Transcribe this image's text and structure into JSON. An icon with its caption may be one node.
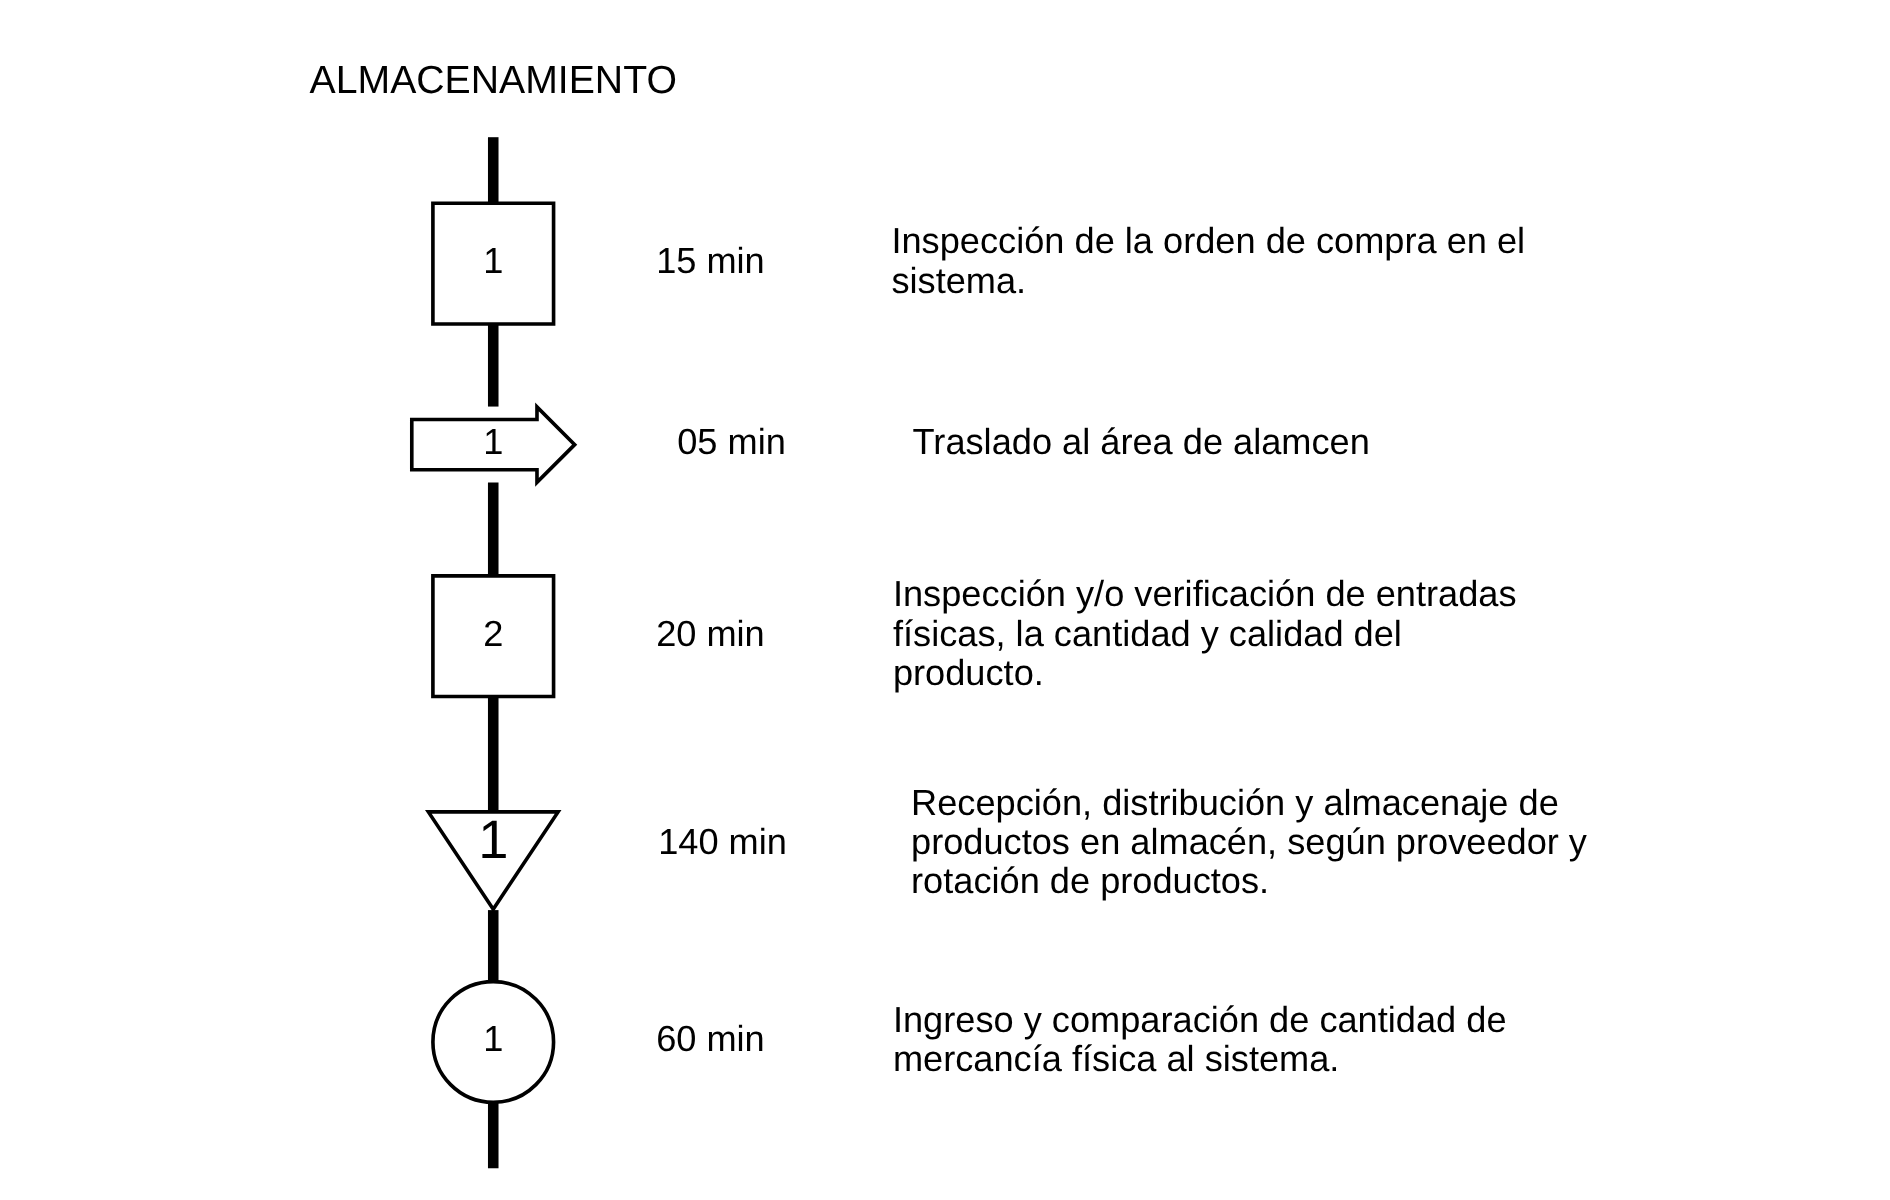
{
  "diagram": {
    "nodes": [
      {
        "text": [
          "ALMACENAMIENTO"
        ]
      },
      {
        "text": [
          "1"
        ],
        "beside": [
          "15 min",
          "Inspección de la orden de compra en el sistema."
        ]
      },
      {
        "text": [
          "1"
        ],
        "beside": [
          "05 min",
          "Traslado al área de alamcen"
        ]
      },
      {
        "text": [
          "2"
        ],
        "beside": [
          "20 min",
          "Inspección y/o verificación de entradas físicas, la cantidad y calidad del producto."
        ]
      },
      {
        "text": [
          "1"
        ],
        "beside": [
          "140 min",
          "Recepción, distribución y almacenaje de productos en almacén, según proveedor y rotación de productos."
        ]
      },
      {
        "text": [
          "1"
        ],
        "beside": [
          "60 min",
          "Ingreso y comparación de cantidad de mercancía física al sistema."
        ]
      }
    ],
    "edges": [
      {
        "from": 0,
        "to": 1,
        "arrow": "none"
      },
      {
        "from": 1,
        "to": 2,
        "arrow": "none"
      },
      {
        "from": 2,
        "to": 3,
        "arrow": "none"
      },
      {
        "from": 3,
        "to": 4,
        "arrow": "none"
      },
      {
        "from": 4,
        "to": 5,
        "arrow": "none"
      },
      {
        "from": 5,
        "to": null,
        "arrow": "none"
      }
    ]
  }
}
